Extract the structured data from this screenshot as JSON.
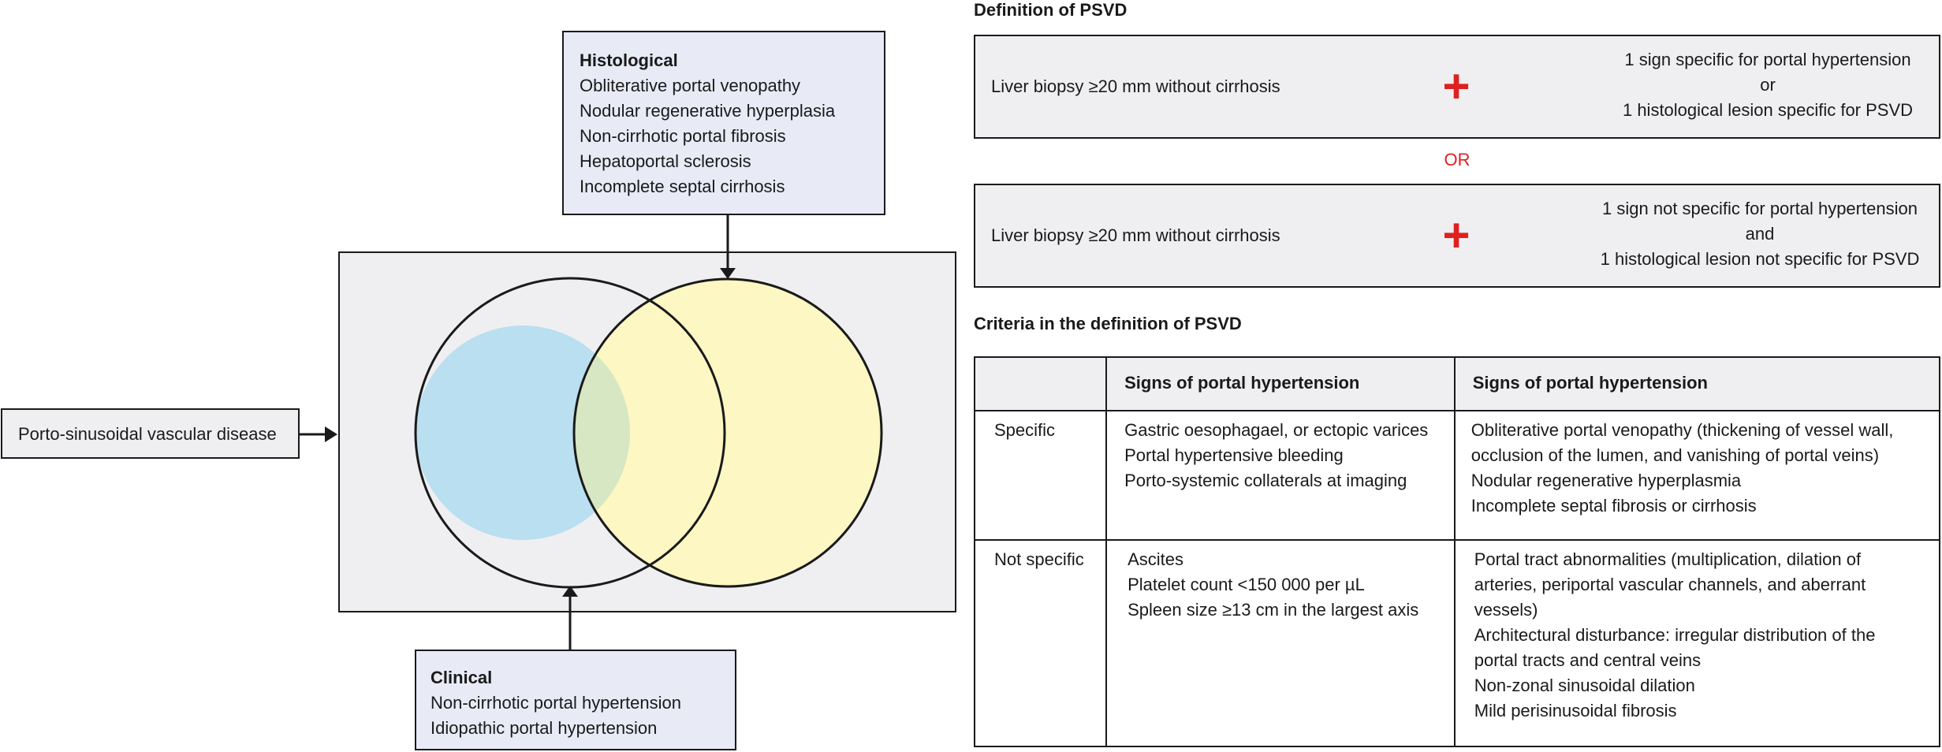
{
  "histological": {
    "title": "Histological",
    "items": [
      "Obliterative portal venopathy",
      "Nodular regenerative hyperplasia",
      "Non-cirrhotic portal fibrosis",
      "Hepatoportal sclerosis",
      "Incomplete septal cirrhosis"
    ]
  },
  "clinical": {
    "title": "Clinical",
    "items": [
      "Non-cirrhotic portal hypertension",
      "Idiopathic portal hypertension"
    ]
  },
  "psvd_label": "Porto-sinusoidal vascular disease",
  "definition": {
    "heading": "Definition of PSVD",
    "or_label": "OR",
    "boxes": [
      {
        "left": "Liver biopsy ≥20 mm without cirrhosis",
        "plus": "+",
        "right": [
          "1 sign specific for portal hypertension",
          "or",
          "1 histological lesion specific for PSVD"
        ]
      },
      {
        "left": "Liver biopsy ≥20 mm without cirrhosis",
        "plus": "+",
        "right": [
          "1 sign not specific for portal hypertension",
          "and",
          "1 histological lesion not specific for PSVD"
        ]
      }
    ]
  },
  "criteria": {
    "heading": "Criteria in the definition of PSVD",
    "col1_header": "Signs of portal hypertension",
    "col2_header": "Signs of portal hypertension",
    "rows": [
      {
        "label": "Specific",
        "col1": [
          "Gastric oesophagael, or ectopic varices",
          "Portal hypertensive bleeding",
          "Porto-systemic collaterals at imaging"
        ],
        "col2": [
          "Obliterative portal venopathy (thickening of vessel wall,",
          "occlusion of the lumen, and vanishing of portal veins)",
          "Nodular regenerative hyperplasmia",
          "Incomplete septal fibrosis or cirrhosis"
        ]
      },
      {
        "label": "Not specific",
        "col1": [
          "Ascites",
          "Platelet count <150 000 per µL",
          "Spleen size ≥13 cm in the largest axis"
        ],
        "col2": [
          "Portal tract abnormalities (multiplication, dilation of",
          "arteries, periportal vascular channels, and aberrant",
          "vessels)",
          "Architectural disturbance: irregular distribution of the",
          "portal tracts and central veins",
          "Non-zonal sinusoidal dilation",
          "Mild perisinusoidal fibrosis"
        ]
      }
    ]
  },
  "colors": {
    "circle_left": "#b9dff0",
    "circle_right": "#fdf7c4",
    "overlap": "#d8e7c3",
    "venn_bg": "#efeff1",
    "plus": "#e02020"
  }
}
